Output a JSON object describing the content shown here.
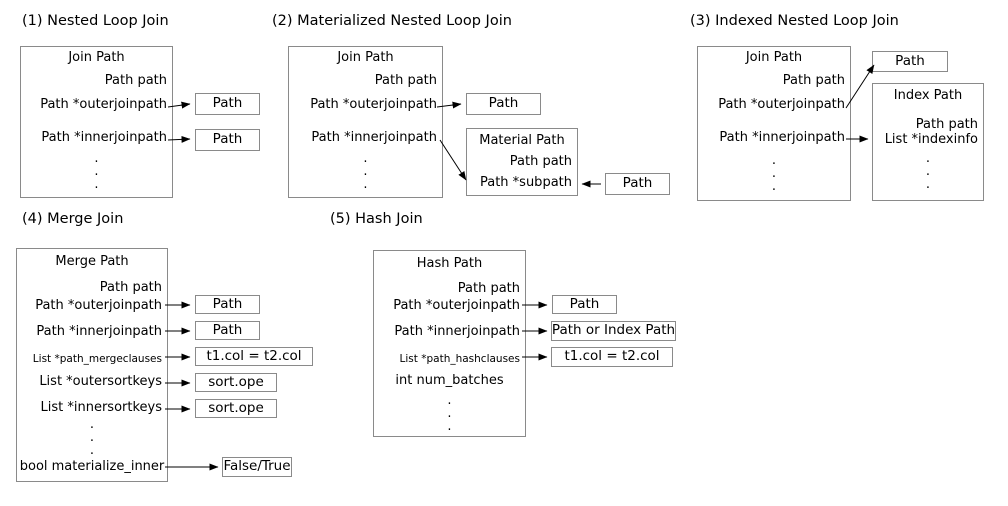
{
  "figure": {
    "title_prefix": "",
    "ellipsis": "."
  },
  "panels": [
    {
      "id": "nested-loop-join",
      "title": "(1) Nested Loop Join",
      "struct": {
        "name": "Join Path",
        "rows": [
          "Path  path",
          "Path  *outerjoinpath",
          "Path  *innerjoinpath"
        ],
        "dots": 3
      },
      "targets": [
        {
          "label": "Path"
        },
        {
          "label": "Path"
        }
      ]
    },
    {
      "id": "materialized-nested-loop-join",
      "title": "(2) Materialized Nested Loop Join",
      "struct": {
        "name": "Join Path",
        "rows": [
          "Path  path",
          "Path  *outerjoinpath",
          "Path  *innerjoinpath"
        ],
        "dots": 3
      },
      "targets": [
        {
          "label": "Path"
        },
        {
          "label": "Path"
        }
      ],
      "material": {
        "name": "Material Path",
        "rows": [
          "Path path",
          "Path *subpath"
        ]
      }
    },
    {
      "id": "indexed-nested-loop-join",
      "title": "(3) Indexed Nested Loop Join",
      "struct": {
        "name": "Join Path",
        "rows": [
          "Path  path",
          "Path  *outerjoinpath",
          "Path  *innerjoinpath"
        ],
        "dots": 3
      },
      "targets": [
        {
          "label": "Path"
        }
      ],
      "index": {
        "name": "Index Path",
        "rows": [
          "Path path",
          "List *indexinfo"
        ],
        "dots": 3
      }
    },
    {
      "id": "merge-join",
      "title": "(4) Merge Join",
      "struct": {
        "name": "Merge Path",
        "rows": [
          "Path  path",
          "Path  *outerjoinpath",
          "Path  *innerjoinpath",
          "List   *path_mergeclauses",
          "List *outersortkeys",
          "List *innersortkeys"
        ],
        "dots": 3,
        "last_row": "bool  materialize_inner"
      },
      "targets": [
        {
          "label": "Path"
        },
        {
          "label": "Path"
        },
        {
          "label": "t1.col = t2.col"
        },
        {
          "label": "sort.ope"
        },
        {
          "label": "sort.ope"
        },
        {
          "label": "False/True"
        }
      ]
    },
    {
      "id": "hash-join",
      "title": "(5) Hash Join",
      "struct": {
        "name": "Hash Path",
        "rows": [
          "Path  path",
          "Path  *outerjoinpath",
          "Path  *innerjoinpath",
          "List   *path_hashclauses",
          "int num_batches"
        ],
        "dots": 3
      },
      "targets": [
        {
          "label": "Path"
        },
        {
          "label": "Path or Index Path"
        },
        {
          "label": "t1.col = t2.col"
        }
      ]
    }
  ],
  "colors": {
    "box_border": "#8a8a8a",
    "text": "#000000",
    "background": "#ffffff",
    "arrow": "#000000"
  }
}
